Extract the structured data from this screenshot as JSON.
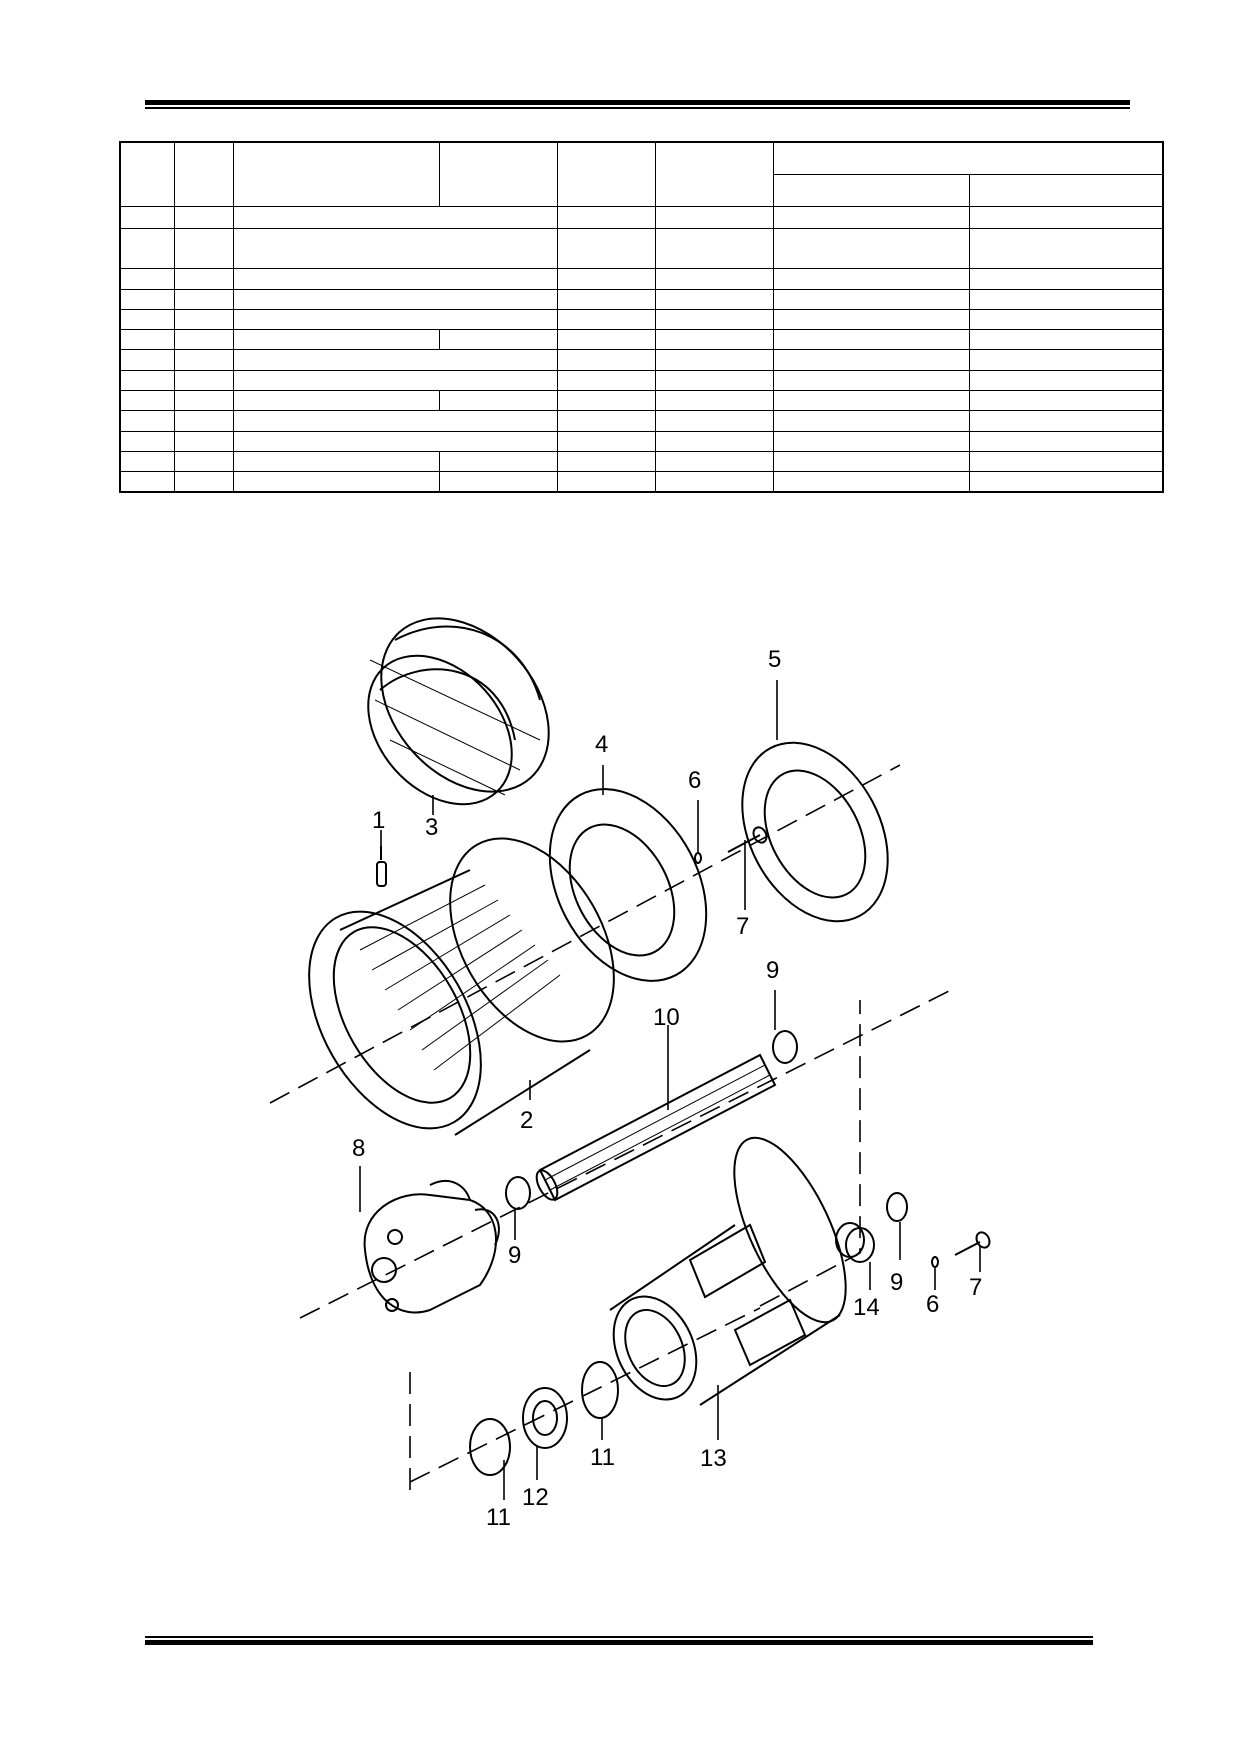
{
  "table": {
    "header_rows": 2,
    "body_rows": 13,
    "cells": []
  },
  "diagram": {
    "callouts": [
      {
        "id": "1",
        "label": "1"
      },
      {
        "id": "2",
        "label": "2"
      },
      {
        "id": "3",
        "label": "3"
      },
      {
        "id": "4",
        "label": "4"
      },
      {
        "id": "5",
        "label": "5"
      },
      {
        "id": "6a",
        "label": "6"
      },
      {
        "id": "6b",
        "label": "6"
      },
      {
        "id": "7a",
        "label": "7"
      },
      {
        "id": "7b",
        "label": "7"
      },
      {
        "id": "8",
        "label": "8"
      },
      {
        "id": "9a",
        "label": "9"
      },
      {
        "id": "9b",
        "label": "9"
      },
      {
        "id": "9c",
        "label": "9"
      },
      {
        "id": "10",
        "label": "10"
      },
      {
        "id": "11a",
        "label": "11"
      },
      {
        "id": "11b",
        "label": "11"
      },
      {
        "id": "12",
        "label": "12"
      },
      {
        "id": "13",
        "label": "13"
      },
      {
        "id": "14",
        "label": "14"
      }
    ]
  }
}
